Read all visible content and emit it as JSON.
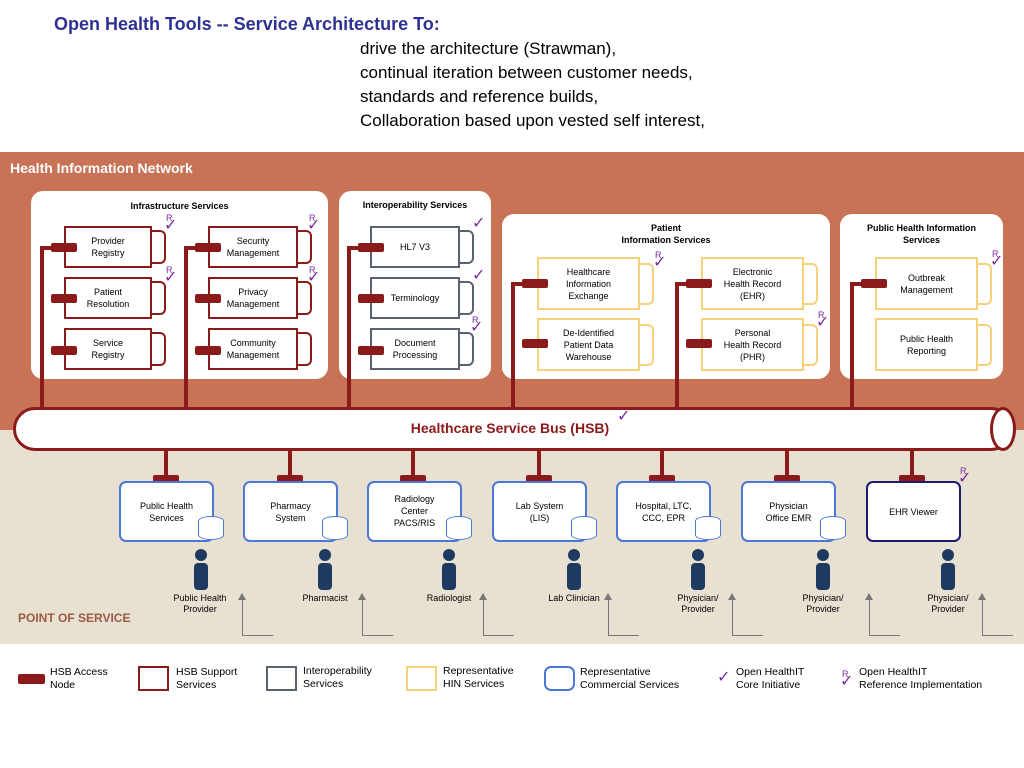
{
  "header": {
    "title": "Open Health Tools -- Service Architecture  To:",
    "goals": [
      "drive the architecture (Strawman),",
      "continual iteration between customer needs,",
      "standards and reference builds,",
      "Collaboration based upon vested self interest,"
    ]
  },
  "network": {
    "title": "Health Information Network",
    "infrastructure": {
      "title": "Infrastructure Services",
      "left": [
        "Provider\nRegistry",
        "Patient\nResolution",
        "Service\nRegistry"
      ],
      "right": [
        "Security\nManagement",
        "Privacy\nManagement",
        "Community\nManagement"
      ]
    },
    "interoperability": {
      "title": "Interoperability Services",
      "items": [
        "HL7 V3",
        "Terminology",
        "Document\nProcessing"
      ]
    },
    "patient": {
      "title": "Patient\nInformation Services",
      "left": [
        "Healthcare\nInformation\nExchange",
        "De-Identified\nPatient Data\nWarehouse"
      ],
      "right": [
        "Electronic\nHealth Record\n(EHR)",
        "Personal\nHealth Record\n(PHR)"
      ]
    },
    "public_health": {
      "title": "Public Health Information\nServices",
      "items": [
        "Outbreak\nManagement",
        "Public Health\nReporting"
      ]
    },
    "bus": {
      "label": "Healthcare Service Bus (HSB)"
    }
  },
  "pos": {
    "title": "POINT OF SERVICE",
    "systems": [
      {
        "name": "Public Health\nServices",
        "person": "Public Health\nProvider"
      },
      {
        "name": "Pharmacy\nSystem",
        "person": "Pharmacist"
      },
      {
        "name": "Radiology\nCenter\nPACS/RIS",
        "person": "Radiologist"
      },
      {
        "name": "Lab System\n(LIS)",
        "person": "Lab Clinician"
      },
      {
        "name": "Hospital, LTC,\nCCC, EPR",
        "person": "Physician/\nProvider"
      },
      {
        "name": "Physician\nOffice EMR",
        "person": "Physician/\nProvider"
      },
      {
        "name": "EHR Viewer",
        "person": "Physician/\nProvider"
      }
    ]
  },
  "marks": {
    "r": "R",
    "check": "✓"
  },
  "legend": {
    "access_node": "HSB Access\nNode",
    "support": "HSB Support\nServices",
    "interop": "Interoperability\nServices",
    "hin": "Representative\nHIN Services",
    "commercial": "Representative\nCommercial Services",
    "core": "Open HealthIT\nCore Initiative",
    "ref": "Open HealthIT\nReference Implementation"
  },
  "colors": {
    "title": "#2e3192",
    "hin_band": "#c87256",
    "pos_band": "#e8e1d2",
    "hsb_red": "#8b1a1a",
    "interop": "#5a6170",
    "hin": "#f5d27a",
    "commercial": "#4a78d6",
    "viewer": "#1c1c6e",
    "check": "#7b2c9e"
  }
}
